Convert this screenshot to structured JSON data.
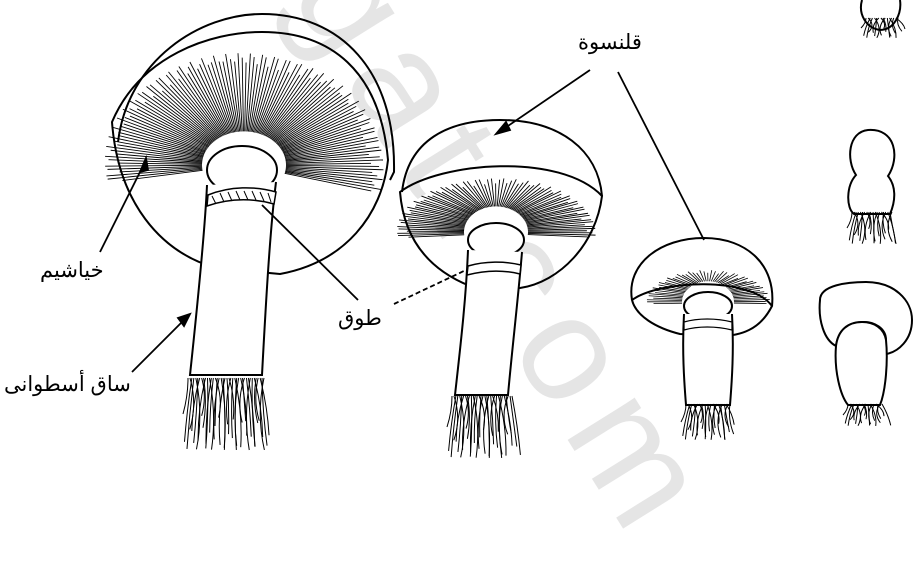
{
  "labels": {
    "cap": "قلنسوة",
    "gills": "خياشيم",
    "ring": "طوق",
    "stem": "ساق أسطوانى"
  },
  "watermark": {
    "text": "rgat.com"
  },
  "colors": {
    "ink": "#000000",
    "paper": "#ffffff"
  }
}
